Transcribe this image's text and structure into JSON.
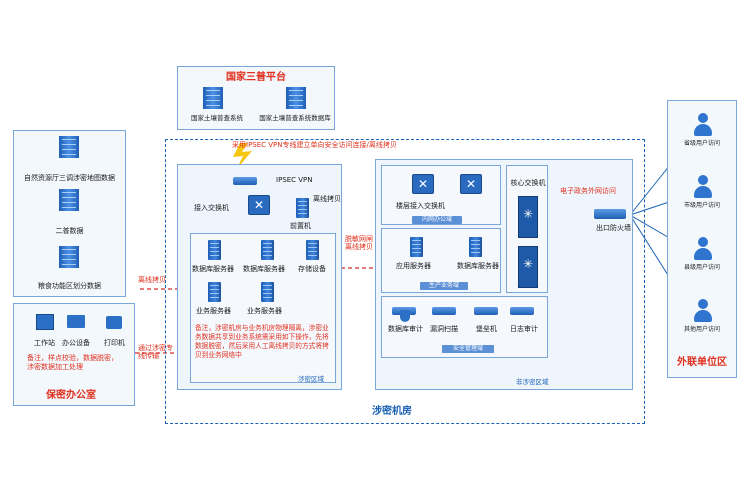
{
  "platform": {
    "title": "国家三普平台",
    "sys1": "国家土壤普查系统",
    "sys2": "国家土壤普查系统数据库"
  },
  "vpn_note": "采用IPSEC VPN专线建立单向安全访问连接/离线拷贝",
  "left": {
    "items": [
      "自然资源厅三调涉密地图数据",
      "二普数据",
      "粮食功能区划分数据"
    ],
    "copy_label": "离线拷贝"
  },
  "office": {
    "title": "保密办公室",
    "devices": [
      "工作站",
      "办公设备",
      "打印机"
    ],
    "note": "备注，样点校验，数据脱密，涉密数据加工处理",
    "link_label": "通过涉密专线传输"
  },
  "secret_zone": {
    "ipsec": "IPSEC VPN",
    "access_switch": "接入交换机",
    "offline_copy": "离线拷贝",
    "front": "前置机",
    "servers": [
      "数据库服务器",
      "数据库服务器",
      "存储设备",
      "业务服务器",
      "业务服务器"
    ],
    "note": "备注，涉密机房与业务机房物理隔离，涉密业务数据共享到业务系统需采用如下操作，先将数据脱密，然后采用人工离线拷贝的方式将拷贝到业务网络中",
    "zone_label": "涉密区域"
  },
  "ferry_label": "脱敏网闸离线拷贝",
  "nonsecret": {
    "office_zone": "内网办公域",
    "floor_switch": "楼层接入交换机",
    "prod_zone": "生产业务域",
    "servers": [
      "应用服务器",
      "数据库服务器"
    ],
    "core_switch": "核心交换机",
    "security_devices": [
      "数据库审计",
      "漏洞扫描",
      "堡垒机",
      "日志审计"
    ],
    "mgmt_zone": "安全管理域",
    "zone_label": "非涉密区域"
  },
  "room_label": "涉密机房",
  "egov": {
    "label": "电子政务外网访问",
    "firewall": "出口防火墙"
  },
  "external": {
    "users": [
      "省级用户访问",
      "市级用户访问",
      "县级用户访问",
      "其他用户访问"
    ],
    "title": "外联单位区"
  }
}
